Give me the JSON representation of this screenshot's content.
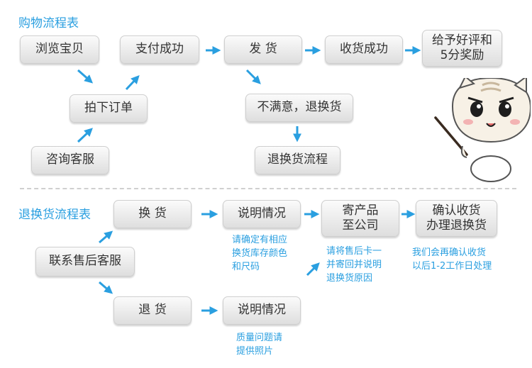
{
  "purchase": {
    "title": "购物流程表",
    "steps": {
      "browse": "浏览宝贝",
      "order": "拍下订单",
      "consult": "咨询客服",
      "pay": "支付成功",
      "ship": "发  货",
      "unsatisfied": "不满意，退换货",
      "return_flow": "退换货流程",
      "received": "收货成功",
      "review": "给予好评和\n5分奖励"
    }
  },
  "returns": {
    "title": "退换货流程表",
    "steps": {
      "contact": "联系售后客服",
      "exchange": "换  货",
      "refund": "退  货",
      "explain_exchange": "说明情况",
      "explain_refund": "说明情况",
      "send_back": "寄产品\n至公司",
      "confirm": "确认收货\n办理退换货"
    },
    "notes": {
      "exchange_note": "请确定有相应\n换货库存颜色\n和尺码",
      "sendback_note": "请将售后卡一\n并寄回并说明\n退换货原因",
      "confirm_note": "我们会再确认收货\n以后1-2工作日处理",
      "refund_note": "质量问题请\n提供照片"
    }
  },
  "colors": {
    "accent": "#2a9fe0",
    "box_text": "#333333"
  }
}
